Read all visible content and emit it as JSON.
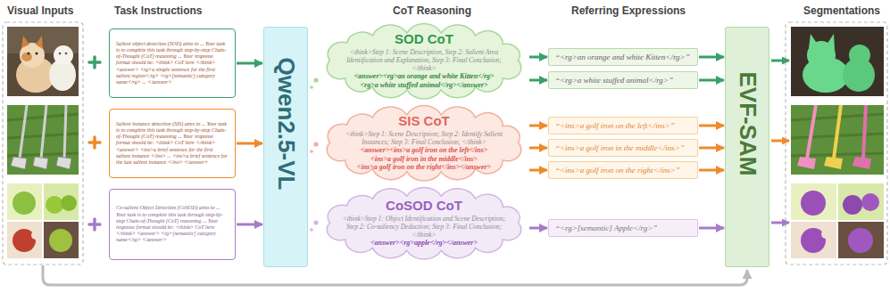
{
  "diagram": {
    "nodes": [
      {
        "text": [
          "Salient object detection (SOD) aims to ... Your task is to complete this task through step-by-step Chain-of-Thought (CoT) reasoning ... Your response format should be: <think> CoT here </think> <answer> <rg>a simple sentence for the first salient region</rg> <rg>[semantic] category name</rg> ... </answer>"
        ]
      },
      {
        "text": [
          "Salient instance detection (SIS) aims to ... Your task is to complete this task through step-by-step Chain-of-Thought (CoT) reasoning ... Your response format should be: <think> CoT here </think> <answer> <ins>a brief sentence for the first salient instance </ins> ... <ins>a brief sentence for the last salient instance </ins> </answer>"
        ]
      },
      {
        "text": [
          "Co-salient Object Detection (CoSOD) aims to ... Your task is to complete this task through step-by-step Chain-of-Thought (CoT) reasoning ... Your response format should be: <think> CoT here </think> <answer> <rg>[semantic] category name</rg> </answer>"
        ]
      },
      {
        "text": [
          "Qwen2.5-VL"
        ]
      },
      {
        "text": [
          "SOD CoT",
          "<think>Step 1: Scene Description, Step 2: Salient Area Identification and Explanation, Step 3: Final Conclusion; </think>",
          "<answer><rg>an orange and white Kitten</rg>",
          "<rg>a white stuffed animal</rg></answer>"
        ]
      },
      {
        "text": [
          "SIS CoT",
          "<think>Step 1: Scene Description; Step 2: Identify Salient Instances; Step 3: Final Conclusion; </think>",
          "<answer><ins>a golf iron on the left</ins>",
          "<ins>a golf iron in the middle</ins>",
          "<ins>a golf iron on the right</ins></answer>"
        ]
      },
      {
        "text": [
          "CoSOD CoT",
          "<think>Step 1: Object Identification and Scene Description; Step 2: Co-saliency Deduction; Step 3: Final Conclusion; </think>",
          "<answer><rg>apple</rg></answer>"
        ]
      },
      {
        "text": [
          "“<rg>an orange and white Kitten</rg>”"
        ]
      },
      {
        "text": [
          "“<rg>a white stuffed animal</rg>”"
        ]
      },
      {
        "text": [
          "“<ins>a golf iron on the left</ins>”"
        ]
      },
      {
        "text": [
          "“<ins>a golf iron in the middle</ins>”"
        ]
      },
      {
        "text": [
          "“<ins>a golf iron on the right</ins>”"
        ]
      },
      {
        "text": [
          "“<rg>[semantic] Apple</rg>”"
        ]
      },
      {
        "text": [
          "EVF-SAM"
        ]
      }
    ],
    "edges": [
      {
        "from": 0,
        "to": 3,
        "arrow": "to"
      },
      {
        "from": 1,
        "to": 3,
        "arrow": "to"
      },
      {
        "from": 2,
        "to": 3,
        "arrow": "to"
      },
      {
        "from": 4,
        "to": 7,
        "arrow": "to"
      },
      {
        "from": 4,
        "to": 8,
        "arrow": "to"
      },
      {
        "from": 5,
        "to": 9,
        "arrow": "to"
      },
      {
        "from": 5,
        "to": 10,
        "arrow": "to"
      },
      {
        "from": 5,
        "to": 11,
        "arrow": "to"
      },
      {
        "from": 6,
        "to": 12,
        "arrow": "to"
      },
      {
        "from": 7,
        "to": 13,
        "arrow": "to"
      },
      {
        "from": 8,
        "to": 13,
        "arrow": "to"
      },
      {
        "from": 9,
        "to": 13,
        "arrow": "to"
      },
      {
        "from": 10,
        "to": 13,
        "arrow": "to"
      },
      {
        "from": 11,
        "to": 13,
        "arrow": "to"
      },
      {
        "from": 12,
        "to": 13,
        "arrow": "to"
      }
    ],
    "labels": [
      "Visual Inputs",
      "Task Instructions",
      "CoT Reasoning",
      "Referring Expressions",
      "Segmentations"
    ]
  }
}
